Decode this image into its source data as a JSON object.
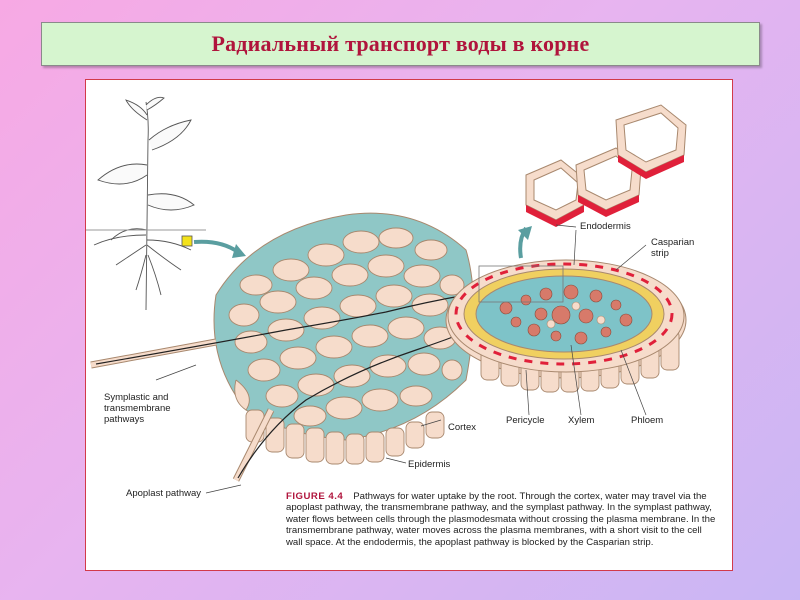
{
  "title": "Радиальный транспорт воды в корне",
  "labels": {
    "endodermis": "Endodermis",
    "casparian": "Casparian\nstrip",
    "symplastic": "Symplastic and\ntransmembrane\npathways",
    "apoplast": "Apoplast pathway",
    "cortex": "Cortex",
    "epidermis": "Epidermis",
    "pericycle": "Pericycle",
    "xylem": "Xylem",
    "phloem": "Phloem"
  },
  "caption": {
    "figure": "FIGURE 4.4",
    "text": "Pathways for water uptake by the root. Through the cortex, water may travel via the apoplast pathway, the transmembrane pathway, and the symplast pathway. In the symplast pathway, water flows between cells through the plasmodesmata without crossing the plasma membrane. In the transmembrane pathway, water moves across the plasma membranes, with a short visit to the cell wall space. At the endodermis, the apoplast pathway is blocked by the Casparian strip."
  },
  "colors": {
    "title_text": "#b0143c",
    "title_bg": "#d6f5cf",
    "cell_fill": "#f6dccb",
    "cell_wall": "#a8886e",
    "casparian": "#e0203a",
    "xylem": "#d77a6a",
    "phloem": "#7ec3c8",
    "pericycle": "#f0d060"
  }
}
